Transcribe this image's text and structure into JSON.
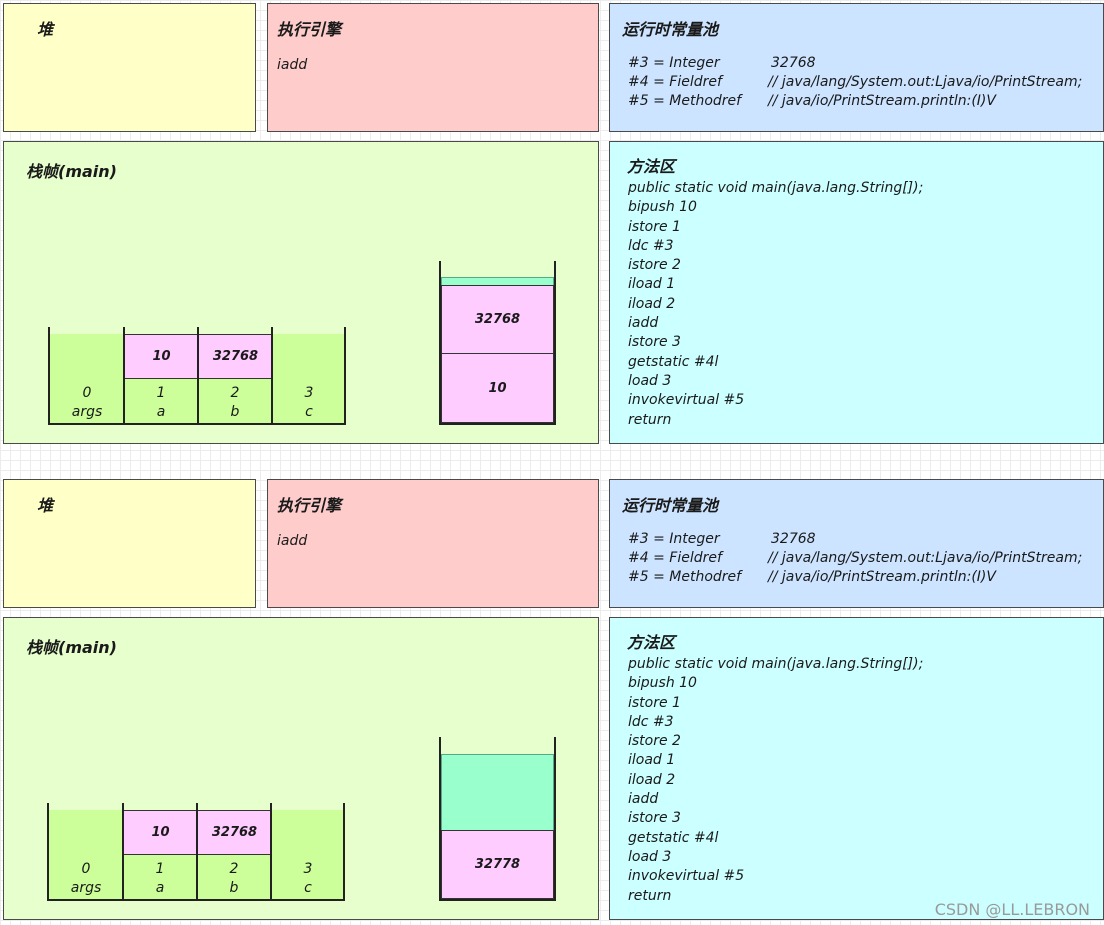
{
  "panels": [
    {
      "heap_title": "堆",
      "engine": {
        "title": "执行引擎",
        "instruction": "iadd"
      },
      "pool": {
        "title": "运行时常量池",
        "entries": [
          {
            "ref": "#3 = Integer",
            "value": "32768"
          },
          {
            "ref": "#4 = Fieldref",
            "value": "// java/lang/System.out:Ljava/io/PrintStream;"
          },
          {
            "ref": "#5 = Methodref",
            "value": "// java/io/PrintStream.println:(I)V"
          }
        ]
      },
      "frame": {
        "title": "栈帧(main)",
        "locals": [
          {
            "index": "0",
            "name": "args",
            "value": ""
          },
          {
            "index": "1",
            "name": "a",
            "value": "10"
          },
          {
            "index": "2",
            "name": "b",
            "value": "32768"
          },
          {
            "index": "3",
            "name": "c",
            "value": ""
          }
        ],
        "operand_stack": [
          "32768",
          "10"
        ]
      },
      "method_area": {
        "title": "方法区",
        "code": [
          "public static void main(java.lang.String[]);",
          "bipush 10",
          "istore 1",
          "ldc #3",
          "istore 2",
          "iload 1",
          "iload 2",
          "iadd",
          "istore 3",
          "getstatic #4l",
          "load 3",
          "invokevirtual #5",
          "return"
        ]
      }
    },
    {
      "heap_title": "堆",
      "engine": {
        "title": "执行引擎",
        "instruction": "iadd"
      },
      "pool": {
        "title": "运行时常量池",
        "entries": [
          {
            "ref": "#3 = Integer",
            "value": "32768"
          },
          {
            "ref": "#4 = Fieldref",
            "value": "// java/lang/System.out:Ljava/io/PrintStream;"
          },
          {
            "ref": "#5 = Methodref",
            "value": "// java/io/PrintStream.println:(I)V"
          }
        ]
      },
      "frame": {
        "title": "栈帧(main)",
        "locals": [
          {
            "index": "0",
            "name": "args",
            "value": ""
          },
          {
            "index": "1",
            "name": "a",
            "value": "10"
          },
          {
            "index": "2",
            "name": "b",
            "value": "32768"
          },
          {
            "index": "3",
            "name": "c",
            "value": ""
          }
        ],
        "operand_stack": [
          "32778"
        ]
      },
      "method_area": {
        "title": "方法区",
        "code": [
          "public static void main(java.lang.String[]);",
          "bipush 10",
          "istore 1",
          "ldc #3",
          "istore 2",
          "iload 1",
          "iload 2",
          "iadd",
          "istore 3",
          "getstatic #4l",
          "load 3",
          "invokevirtual #5",
          "return"
        ]
      }
    }
  ],
  "watermark": "CSDN @LL.LEBRON",
  "colors": {
    "heap": "#ffffc8",
    "engine": "#ffcccc",
    "pool": "#cce4ff",
    "frame": "#e6ffcc",
    "method": "#ccffff",
    "value_cell": "#ffccff",
    "empty_slot": "#ccff99",
    "stack_top": "#99ffcc"
  }
}
